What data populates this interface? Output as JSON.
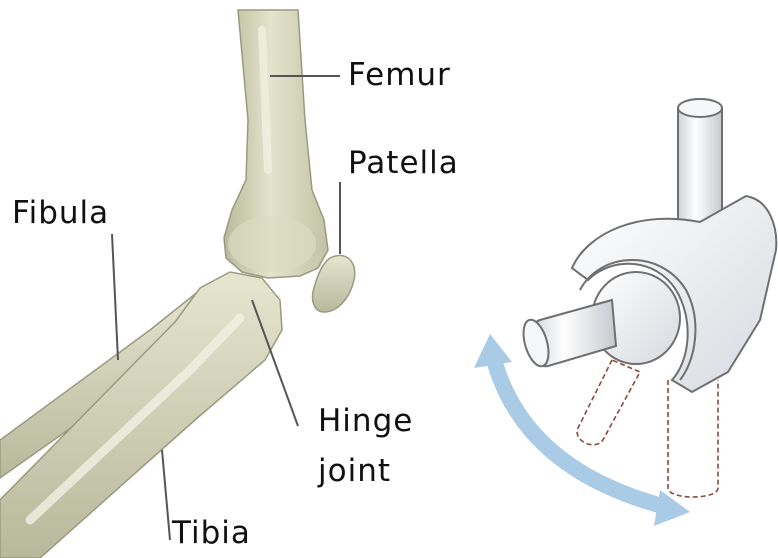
{
  "labels": {
    "femur": "Femur",
    "patella": "Patella",
    "fibula": "Fibula",
    "hinge_line1": "Hinge",
    "hinge_line2": "joint",
    "tibia": "Tibia"
  },
  "colors": {
    "bone_fill": "#d9d9bd",
    "bone_shadow": "#a9a98c",
    "bone_highlight": "#f0f0e2",
    "model_fill": "#eef0f2",
    "model_outline": "#6f6f6f",
    "arrow": "#a9cbe6",
    "leader_line": "#555555"
  },
  "icons": {
    "knee_bones": "knee-joint-bones-illustration",
    "hinge_model": "hinge-joint-mechanical-model",
    "motion_arrow": "double-headed-curved-arrow-icon"
  }
}
